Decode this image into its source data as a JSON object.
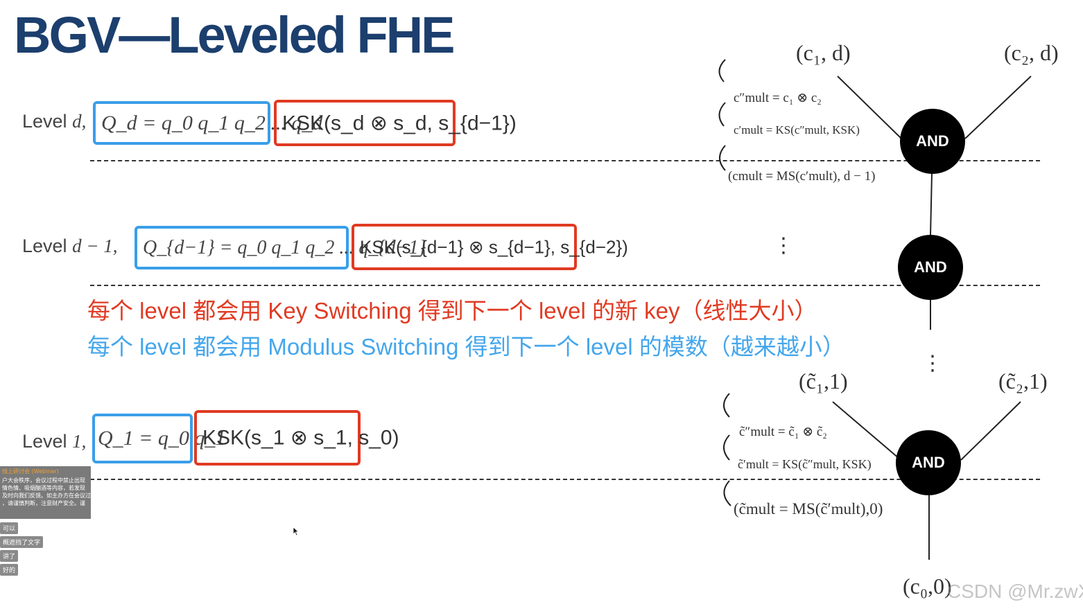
{
  "title": "BGV—Leveled FHE",
  "levels": [
    {
      "label": "Level",
      "sym": "d,",
      "modulus": "Q_d = q_0 q_1 q_2 ... q_d",
      "ksk": "KSK(s_d ⊗ s_d, s_{d−1})"
    },
    {
      "label": "Level",
      "sym": "d − 1,",
      "modulus": "Q_{d−1} = q_0 q_1 q_2 ... q_{d−1}",
      "ksk": "KSK(s_{d−1} ⊗ s_{d−1}, s_{d−2})"
    },
    {
      "label": "Level",
      "sym": "1,",
      "modulus": "Q_1 = q_0 q_1",
      "ksk": "KSK(s_1 ⊗ s_1, s_0)"
    }
  ],
  "notes": {
    "red": "每个 level 都会用 Key Switching 得到下一个 level 的新 key（线性大小）",
    "blue": "每个 level 都会用 Modulus Switching 得到下一个 level 的模数（越来越小）"
  },
  "circuit": {
    "gate_label": "AND",
    "top_inputs": [
      "(c₁, d)",
      "(c₂, d)"
    ],
    "top_steps": [
      "c″mult = c₁ ⊗ c₂",
      "c′mult = KS(c″mult, KSK)",
      "(cmult = MS(c′mult), d − 1)"
    ],
    "bottom_inputs": [
      "(c̃₁,1)",
      "(c̃₂,1)"
    ],
    "bottom_steps": [
      "c̃″mult = c̃₁ ⊗ c̃₂",
      "c̃′mult = KS(c̃″mult, KSK)",
      "(c̃mult = MS(c̃′mult),0)"
    ],
    "output": "(c₀,0)",
    "ellipsis": "⋮"
  },
  "side_panel": {
    "header": "线上研讨会 (Webinar)",
    "body": "户大会秩序，会议过程中禁止出现\n情色情、吸烟酗酒等内容，若发现\n及时向我们反馈。如主办方在会议过\n，请谨慎判断，注意财产安全。谨",
    "chat": [
      "可以",
      "概遮挡了文字",
      "讲了",
      "好的"
    ]
  },
  "watermark": "CSDN @Mr.zwX",
  "colors": {
    "title": "#1c3f6e",
    "blue_box": "#3a9ee8",
    "red_box": "#e03a22",
    "red_note": "#e03a22",
    "blue_note": "#44a6ec"
  }
}
